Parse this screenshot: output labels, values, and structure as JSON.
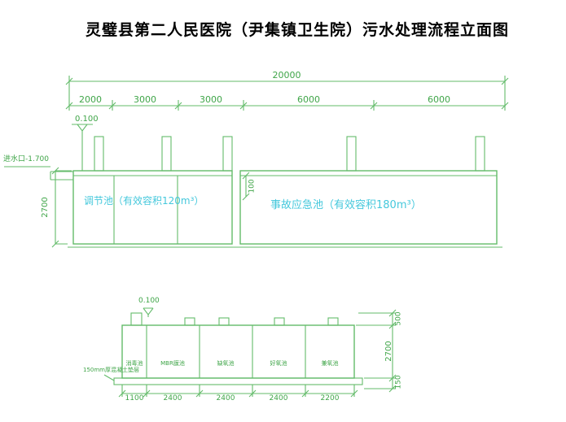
{
  "title": "灵璧县第二人民医院（尹集镇卫生院）污水处理流程立面图",
  "colors": {
    "line": "#63bb6a",
    "dimtext": "#3fa548",
    "label": "#45c8dc",
    "titlec": "#000000"
  },
  "upper": {
    "overall": "20000",
    "segments": [
      "2000",
      "3000",
      "3000",
      "6000",
      "6000"
    ],
    "level": "0.100",
    "inlet": "进水口-1.700",
    "height": "2700",
    "freeboard": "100",
    "tank1": "调节池（有效容积120m³）",
    "tank2": "事故应急池（有效容积180m³）"
  },
  "lower": {
    "level": "0.100",
    "compartments": [
      "消毒池",
      "MBR膜池",
      "缺氧池",
      "好氧池",
      "兼氧池"
    ],
    "base_note": "150mm厚混凝土垫层",
    "widths": [
      "1100",
      "2400",
      "2400",
      "2400",
      "2200"
    ],
    "heights": [
      "500",
      "2700",
      "150"
    ]
  }
}
